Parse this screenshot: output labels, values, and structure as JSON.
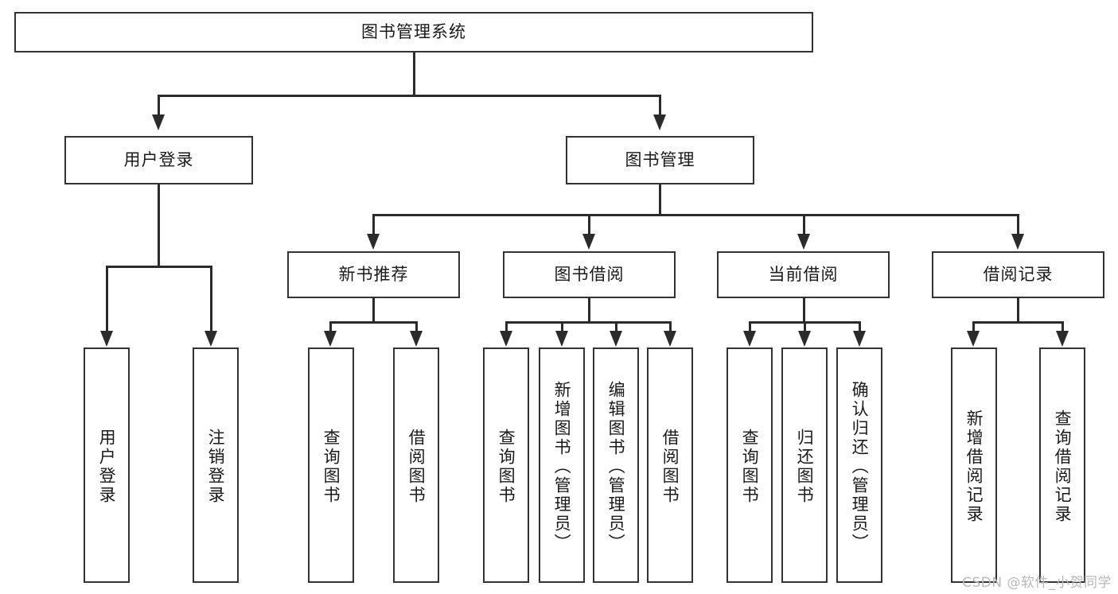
{
  "diagram": {
    "title": "图书管理系统",
    "type": "tree",
    "root": {
      "id": "root",
      "label": "图书管理系统"
    },
    "level2": [
      {
        "id": "user-login",
        "label": "用户登录"
      },
      {
        "id": "book-manage",
        "label": "图书管理"
      }
    ],
    "level3": [
      {
        "id": "new-book-recommend",
        "label": "新书推荐",
        "parent": "book-manage"
      },
      {
        "id": "book-borrow",
        "label": "图书借阅",
        "parent": "book-manage"
      },
      {
        "id": "current-borrow",
        "label": "当前借阅",
        "parent": "book-manage"
      },
      {
        "id": "borrow-record",
        "label": "借阅记录",
        "parent": "book-manage"
      }
    ],
    "leaves": {
      "user-login": [
        {
          "id": "leaf-user-login",
          "label": "用户登录"
        },
        {
          "id": "leaf-user-logout",
          "label": "注销登录"
        }
      ],
      "new-book-recommend": [
        {
          "id": "leaf-query-book-1",
          "label": "查询图书"
        },
        {
          "id": "leaf-borrow-book-1",
          "label": "借阅图书"
        }
      ],
      "book-borrow": [
        {
          "id": "leaf-query-book-2",
          "label": "查询图书"
        },
        {
          "id": "leaf-add-book",
          "label": "新增图书（管理员）"
        },
        {
          "id": "leaf-edit-book",
          "label": "编辑图书（管理员）"
        },
        {
          "id": "leaf-borrow-book-2",
          "label": "借阅图书"
        }
      ],
      "current-borrow": [
        {
          "id": "leaf-query-book-3",
          "label": "查询图书"
        },
        {
          "id": "leaf-return-book",
          "label": "归还图书"
        },
        {
          "id": "leaf-confirm-return",
          "label": "确认归还（管理员）"
        }
      ],
      "borrow-record": [
        {
          "id": "leaf-add-record",
          "label": "新增借阅记录"
        },
        {
          "id": "leaf-query-record",
          "label": "查询借阅记录"
        }
      ]
    }
  },
  "watermark": {
    "text": "CSDN @软件_小贺同学"
  },
  "colors": {
    "border": "#333333",
    "connector": "#2b2b2b",
    "background": "#ffffff",
    "text": "#1a1a1a",
    "watermark": "#b9b9b9"
  }
}
